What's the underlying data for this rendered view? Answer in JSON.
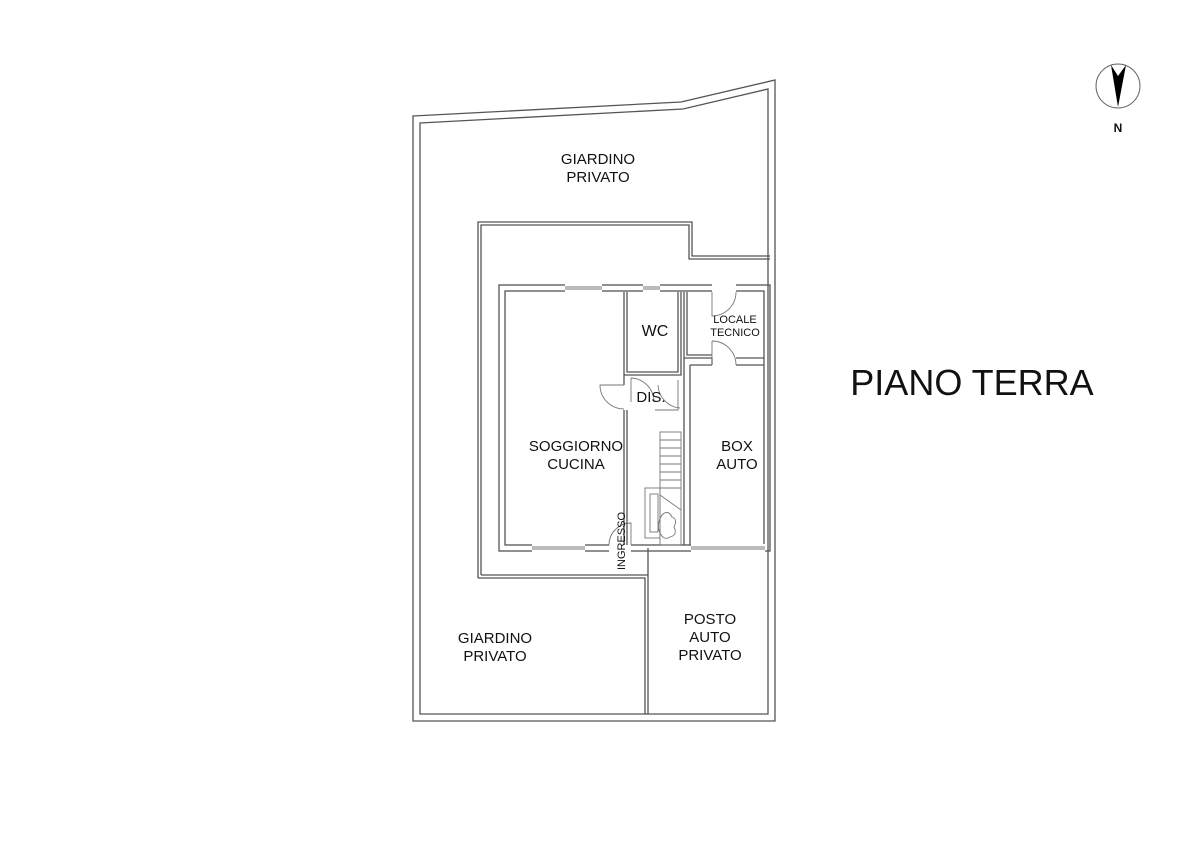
{
  "title": "PIANO TERRA",
  "compass": {
    "label": "N"
  },
  "rooms": {
    "garden_top": [
      "GIARDINO",
      "PRIVATO"
    ],
    "wc": "WC",
    "locale_tecnico": [
      "LOCALE",
      "TECNICO"
    ],
    "dis": "DIS.",
    "soggiorno": [
      "SOGGIORNO",
      "CUCINA"
    ],
    "box_auto": [
      "BOX",
      "AUTO"
    ],
    "ingresso": "INGRESSO",
    "garden_bottom": [
      "GIARDINO",
      "PRIVATO"
    ],
    "posto_auto": [
      "POSTO",
      "AUTO",
      "PRIVATO"
    ]
  }
}
